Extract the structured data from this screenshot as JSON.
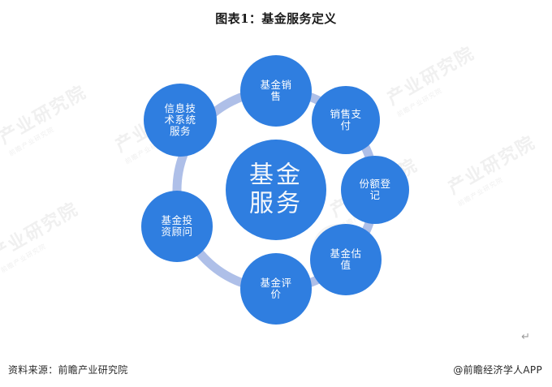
{
  "chart_data": {
    "type": "diagram",
    "diagram_style": "radial-cycle",
    "title": "图表1：基金服务定义",
    "hub": {
      "label": "基金\n服务",
      "color": "#2f7ee0"
    },
    "ring": {
      "color": "#aebfe8",
      "thickness": 11
    },
    "nodes": [
      {
        "id": "fund-sales",
        "label": "基金销\n售",
        "angle_deg": 90,
        "color": "#2f7ee0"
      },
      {
        "id": "sales-payment",
        "label": "销售支\n付",
        "angle_deg": 45,
        "color": "#2f7ee0"
      },
      {
        "id": "share-registration",
        "label": "份额登\n记",
        "angle_deg": 0,
        "color": "#2f7ee0"
      },
      {
        "id": "fund-valuation",
        "label": "基金估\n值",
        "angle_deg": 315,
        "color": "#2f7ee0"
      },
      {
        "id": "fund-evaluation",
        "label": "基金评\n价",
        "angle_deg": 270,
        "color": "#2f7ee0"
      },
      {
        "id": "investment-advisor",
        "label": "基金投\n资顾问",
        "angle_deg": 225,
        "color": "#2f7ee0"
      },
      {
        "id": "it-system-service",
        "label": "信息技\n术系统\n服务",
        "angle_deg": 180,
        "color": "#2f7ee0"
      },
      {
        "id": "placeholder-gap",
        "label": "",
        "angle_deg": 135,
        "color": "#2f7ee0"
      }
    ]
  },
  "footer": {
    "source": "资料来源：前瞻产业研究院",
    "attribution": "@前瞻经济学人APP"
  },
  "marks": {
    "return_symbol": "↵"
  },
  "watermarks": {
    "text": "产业研究院",
    "subtext": "前瞻产业研究院",
    "logo_name": "qianzhan-logo-watermark"
  }
}
